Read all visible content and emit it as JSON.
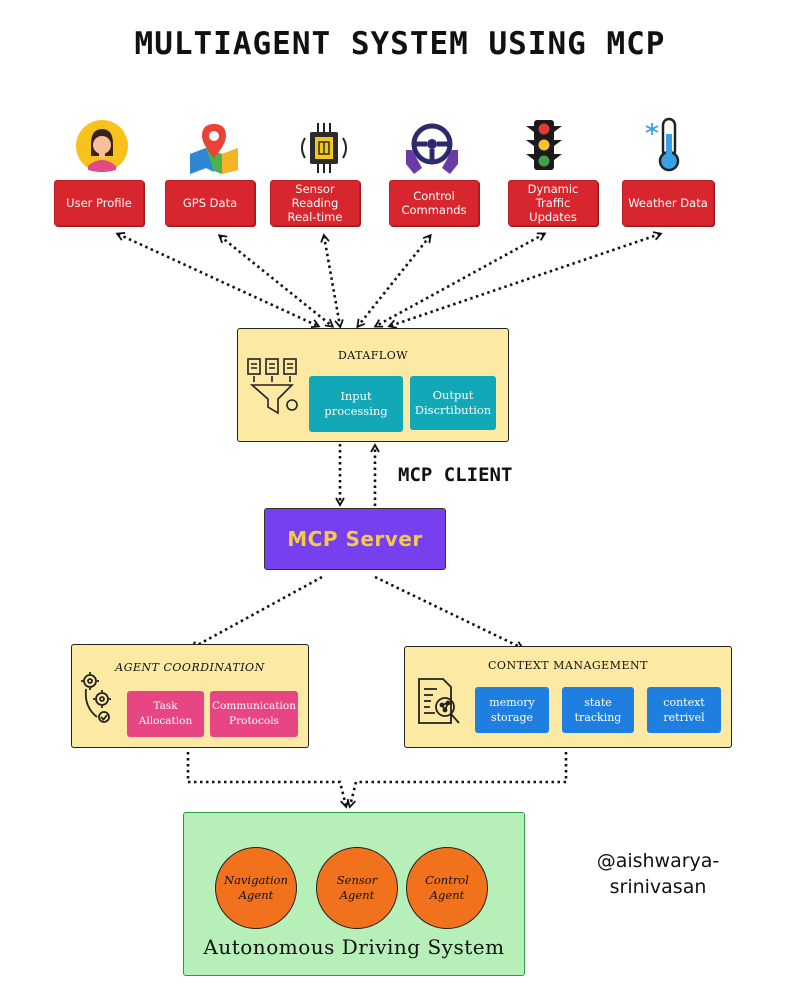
{
  "title": "MULTIAGENT SYSTEM USING MCP",
  "sources": [
    {
      "label": "User Profile",
      "icon": "user-avatar-icon"
    },
    {
      "label": "GPS Data",
      "icon": "map-pin-icon"
    },
    {
      "label": "Sensor Reading Real-time",
      "icon": "sensor-chip-icon"
    },
    {
      "label": "Control Commands",
      "icon": "steering-wheel-icon"
    },
    {
      "label": "Dynamic Traffic Updates",
      "icon": "traffic-light-icon"
    },
    {
      "label": "Weather Data",
      "icon": "thermometer-icon"
    }
  ],
  "dataflow": {
    "title": "DATAFLOW",
    "icon": "document-filter-icon",
    "items": [
      "Input processing",
      "Output Discrtibution"
    ]
  },
  "mcp_client_label": "MCP CLIENT",
  "mcp_server_label": "MCP Server",
  "agent_coordination": {
    "title": "AGENT COORDINATION",
    "icon": "gears-icon",
    "items": [
      "Task Allocation",
      "Communication Protocols"
    ]
  },
  "context_management": {
    "title": "CONTEXT MANAGEMENT",
    "icon": "document-search-icon",
    "items": [
      "memory storage",
      "state tracking",
      "context retrivel"
    ]
  },
  "autonomous_system": {
    "label": "Autonomous Driving System",
    "agents": [
      "Navigation Agent",
      "Sensor Agent",
      "Control Agent"
    ]
  },
  "author_handle": "@aishwarya-srinivasan",
  "colors": {
    "source_red": "#d7262d",
    "panel_yellow": "#fbe9a4",
    "teal": "#12a8b8",
    "pink": "#e74583",
    "blue": "#1f7fe0",
    "server_purple": "#7640ee",
    "server_text": "#f7c948",
    "agent_orange": "#f2711c",
    "system_green": "#b7efb9"
  }
}
